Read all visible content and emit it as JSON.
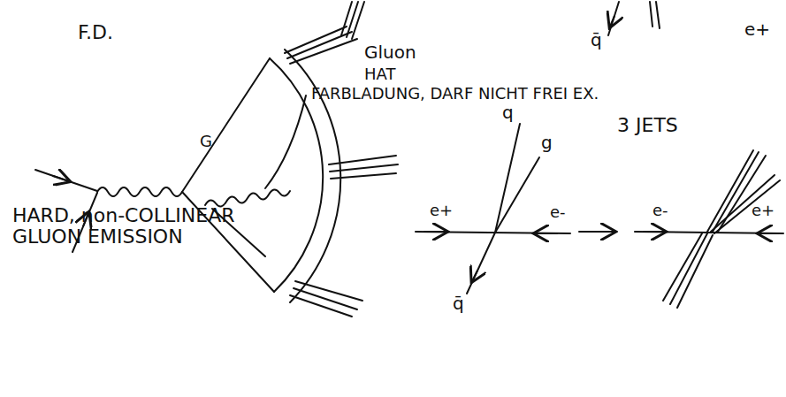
{
  "diagram": {
    "labels": [
      "F.D.",
      "q̄",
      "e+",
      "Gluon",
      "HAT",
      "FARBLADUNG, DARF NICHT FREI EX.",
      "G",
      "q",
      "g",
      "3 JETS",
      "HARD, non-COLLINEAR GLUON EMISSION",
      "e+",
      "e-",
      "q̄",
      "e-",
      "e+"
    ]
  }
}
